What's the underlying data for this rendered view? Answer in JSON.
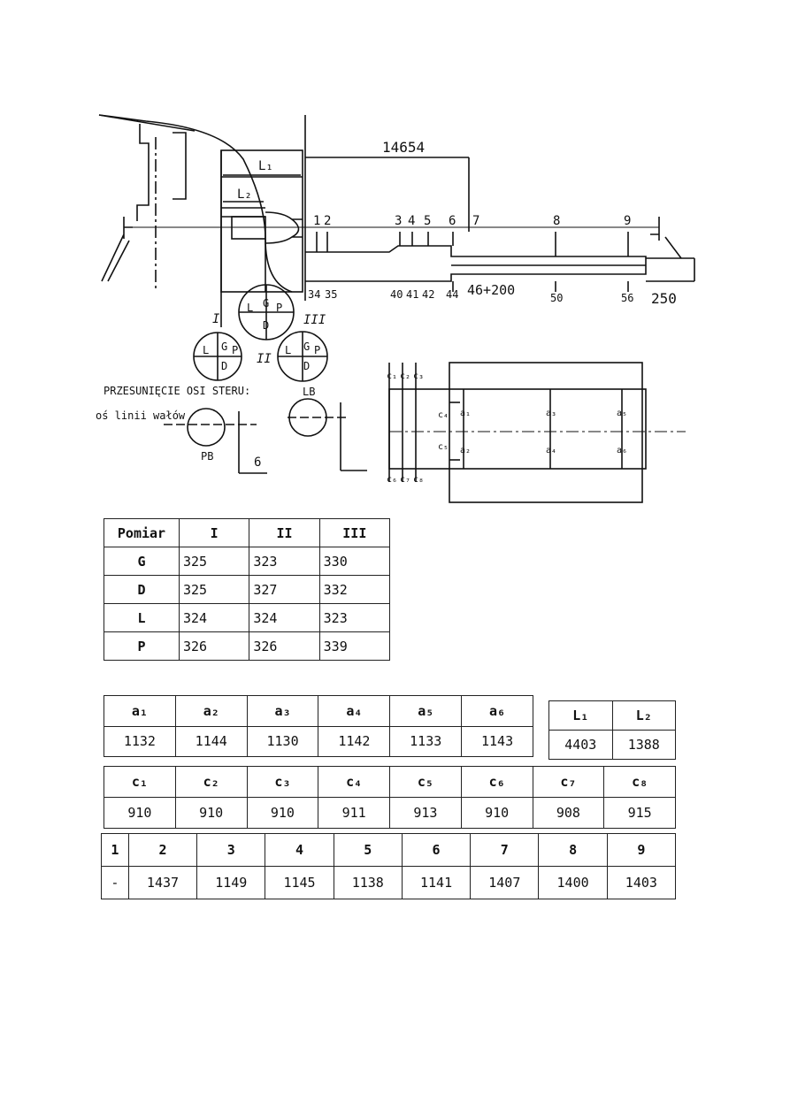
{
  "drawing": {
    "dimension_main": "14654",
    "label_L1": "L₁",
    "label_L2": "L₂",
    "top_stations": [
      "1",
      "2",
      "3",
      "4",
      "5",
      "6",
      "7",
      "8",
      "9"
    ],
    "bottom_stations": [
      "34",
      "35",
      "40",
      "41",
      "42",
      "44",
      "50",
      "56"
    ],
    "range_label": "46+200",
    "end_label": "250",
    "circle_labels": {
      "G": "G",
      "D": "D",
      "L": "L",
      "P": "P"
    },
    "roman": {
      "I": "I",
      "II": "II",
      "III": "III"
    },
    "offset_title": "PRZESUNIĘCIE OSI STERU:",
    "shaft_axis_label": "oś linii wałów",
    "pb_label": "PB",
    "lb_label": "LB",
    "offset_value": "6",
    "c_labels": [
      "c₁",
      "c₂",
      "c₃",
      "c₄",
      "c₅",
      "c₆",
      "c₇",
      "c₈"
    ],
    "a_labels": [
      "a₁",
      "a₂",
      "a₃",
      "a₄",
      "a₅",
      "a₆"
    ]
  },
  "table_pomiar": {
    "headers": [
      "Pomiar",
      "I",
      "II",
      "III"
    ],
    "rows": [
      [
        "G",
        "325",
        "323",
        "330"
      ],
      [
        "D",
        "325",
        "327",
        "332"
      ],
      [
        "L",
        "324",
        "324",
        "323"
      ],
      [
        "P",
        "326",
        "326",
        "339"
      ]
    ]
  },
  "table_a": {
    "headers": [
      "a₁",
      "a₂",
      "a₃",
      "a₄",
      "a₅",
      "a₆"
    ],
    "values": [
      "1132",
      "1144",
      "1130",
      "1142",
      "1133",
      "1143"
    ]
  },
  "table_L": {
    "headers": [
      "L₁",
      "L₂"
    ],
    "values": [
      "4403",
      "1388"
    ]
  },
  "table_c": {
    "headers": [
      "c₁",
      "c₂",
      "c₃",
      "c₄",
      "c₅",
      "c₆",
      "c₇",
      "c₈"
    ],
    "values": [
      "910",
      "910",
      "910",
      "911",
      "913",
      "910",
      "908",
      "915"
    ]
  },
  "table_n": {
    "headers": [
      "1",
      "2",
      "3",
      "4",
      "5",
      "6",
      "7",
      "8",
      "9"
    ],
    "values": [
      "-",
      "1437",
      "1149",
      "1145",
      "1138",
      "1141",
      "1407",
      "1400",
      "1403"
    ]
  }
}
